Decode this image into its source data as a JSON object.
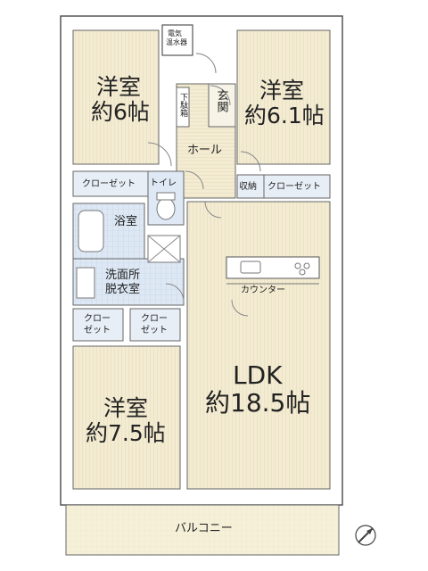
{
  "floor_plan": {
    "rooms": {
      "western_room_1": {
        "name": "洋室",
        "size": "約6帖"
      },
      "western_room_2": {
        "name": "洋室",
        "size": "約6.1帖"
      },
      "western_room_3": {
        "name": "洋室",
        "size": "約7.5帖"
      },
      "ldk": {
        "name": "LDK",
        "size": "約18.5帖"
      },
      "entrance": "玄関",
      "shoe_cabinet": "下駄箱",
      "hall": "ホール",
      "toilet": "トイレ",
      "bathroom": "浴室",
      "washroom": {
        "line1": "洗面所",
        "line2": "脱衣室"
      },
      "water_heater": {
        "line1": "電気",
        "line2": "温水器"
      },
      "storage": "収納",
      "counter": "カウンター",
      "balcony": "バルコニー"
    },
    "closets": {
      "closet_room1": "クローゼット",
      "closet_room2": "クローゼット",
      "closet_small_1": {
        "line1": "クロー",
        "line2": "ゼット"
      },
      "closet_small_2": {
        "line1": "クロー",
        "line2": "ゼット"
      }
    },
    "colors": {
      "room_floor": "#f1ead0",
      "closet_fill": "#e6eef8",
      "wet_area_fill": "#dce8f5",
      "balcony_fill": "#f4f0d6",
      "wall": "#ffffff",
      "wall_line": "#555555"
    },
    "compass": "north-arrow"
  }
}
